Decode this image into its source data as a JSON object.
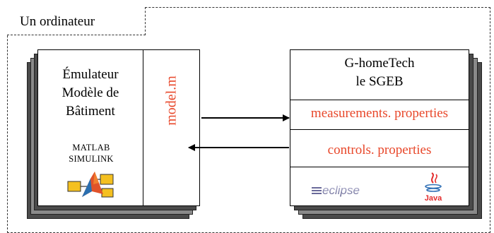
{
  "computer_label": "Un ordinateur",
  "emulator": {
    "title_lines": [
      "Émulateur",
      "Modèle de",
      "Bâtiment"
    ],
    "model_file": "model.m",
    "matlab_line1": "MATLAB",
    "matlab_line2": "SIMULINK"
  },
  "sgeb": {
    "title_lines": [
      "G-homeTech",
      "le SGEB"
    ],
    "measurements": "measurements. properties",
    "controls": "controls. properties",
    "eclipse_label": "eclipse",
    "java_label": "Java"
  },
  "colors": {
    "accent": "#e8472a",
    "shadow_dark": "#4a4a4a",
    "shadow_light": "#8a8a8a"
  }
}
